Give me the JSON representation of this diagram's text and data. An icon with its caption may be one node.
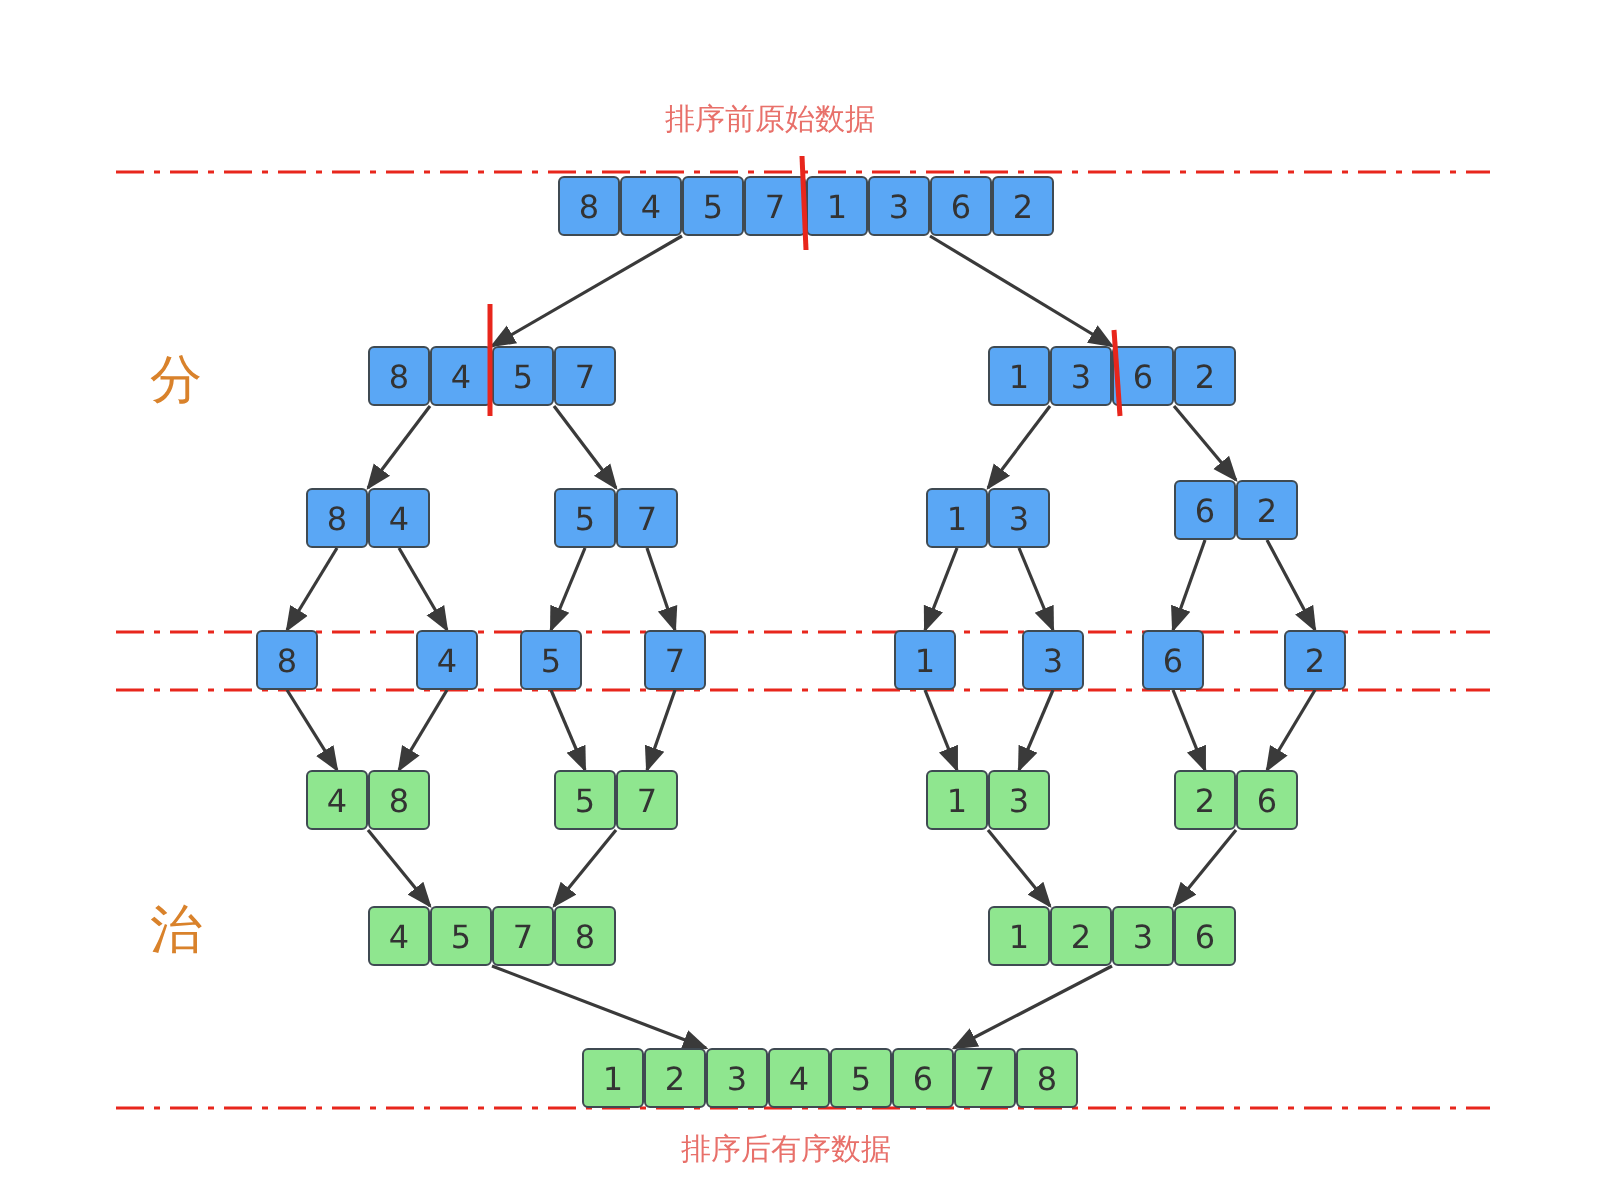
{
  "diagram": {
    "nodes": [
      {
        "text": [
          "8",
          "4",
          "5",
          "7",
          "1",
          "3",
          "6",
          "2"
        ]
      },
      {
        "text": [
          "8",
          "4",
          "5",
          "7"
        ]
      },
      {
        "text": [
          "1",
          "3",
          "6",
          "2"
        ]
      },
      {
        "text": [
          "8",
          "4"
        ]
      },
      {
        "text": [
          "5",
          "7"
        ]
      },
      {
        "text": [
          "1",
          "3"
        ]
      },
      {
        "text": [
          "6",
          "2"
        ]
      },
      {
        "text": [
          "8"
        ]
      },
      {
        "text": [
          "4"
        ]
      },
      {
        "text": [
          "5"
        ]
      },
      {
        "text": [
          "7"
        ]
      },
      {
        "text": [
          "1"
        ]
      },
      {
        "text": [
          "3"
        ]
      },
      {
        "text": [
          "6"
        ]
      },
      {
        "text": [
          "2"
        ]
      },
      {
        "text": [
          "4",
          "8"
        ]
      },
      {
        "text": [
          "5",
          "7"
        ]
      },
      {
        "text": [
          "1",
          "3"
        ]
      },
      {
        "text": [
          "2",
          "6"
        ]
      },
      {
        "text": [
          "4",
          "5",
          "7",
          "8"
        ]
      },
      {
        "text": [
          "1",
          "2",
          "3",
          "6"
        ]
      },
      {
        "text": [
          "1",
          "2",
          "3",
          "4",
          "5",
          "6",
          "7",
          "8"
        ]
      }
    ],
    "edges": [
      {
        "from": 0,
        "to": 1,
        "arrow": "to"
      },
      {
        "from": 0,
        "to": 2,
        "arrow": "to"
      },
      {
        "from": 1,
        "to": 3,
        "arrow": "to"
      },
      {
        "from": 1,
        "to": 4,
        "arrow": "to"
      },
      {
        "from": 2,
        "to": 5,
        "arrow": "to"
      },
      {
        "from": 2,
        "to": 6,
        "arrow": "to"
      },
      {
        "from": 3,
        "to": 7,
        "arrow": "to"
      },
      {
        "from": 3,
        "to": 8,
        "arrow": "to"
      },
      {
        "from": 4,
        "to": 9,
        "arrow": "to"
      },
      {
        "from": 4,
        "to": 10,
        "arrow": "to"
      },
      {
        "from": 5,
        "to": 11,
        "arrow": "to"
      },
      {
        "from": 5,
        "to": 12,
        "arrow": "to"
      },
      {
        "from": 6,
        "to": 13,
        "arrow": "to"
      },
      {
        "from": 6,
        "to": 14,
        "arrow": "to"
      },
      {
        "from": 7,
        "to": 15,
        "arrow": "to"
      },
      {
        "from": 8,
        "to": 15,
        "arrow": "to"
      },
      {
        "from": 9,
        "to": 16,
        "arrow": "to"
      },
      {
        "from": 10,
        "to": 16,
        "arrow": "to"
      },
      {
        "from": 11,
        "to": 17,
        "arrow": "to"
      },
      {
        "from": 12,
        "to": 17,
        "arrow": "to"
      },
      {
        "from": 13,
        "to": 18,
        "arrow": "to"
      },
      {
        "from": 14,
        "to": 18,
        "arrow": "to"
      },
      {
        "from": 15,
        "to": 19,
        "arrow": "to"
      },
      {
        "from": 16,
        "to": 19,
        "arrow": "to"
      },
      {
        "from": 17,
        "to": 20,
        "arrow": "to"
      },
      {
        "from": 18,
        "to": 20,
        "arrow": "to"
      },
      {
        "from": 19,
        "to": 21,
        "arrow": "to"
      },
      {
        "from": 20,
        "to": 21,
        "arrow": "to"
      }
    ],
    "labels": [
      "排序前原始数据",
      "分",
      "治",
      "排序后有序数据"
    ]
  }
}
